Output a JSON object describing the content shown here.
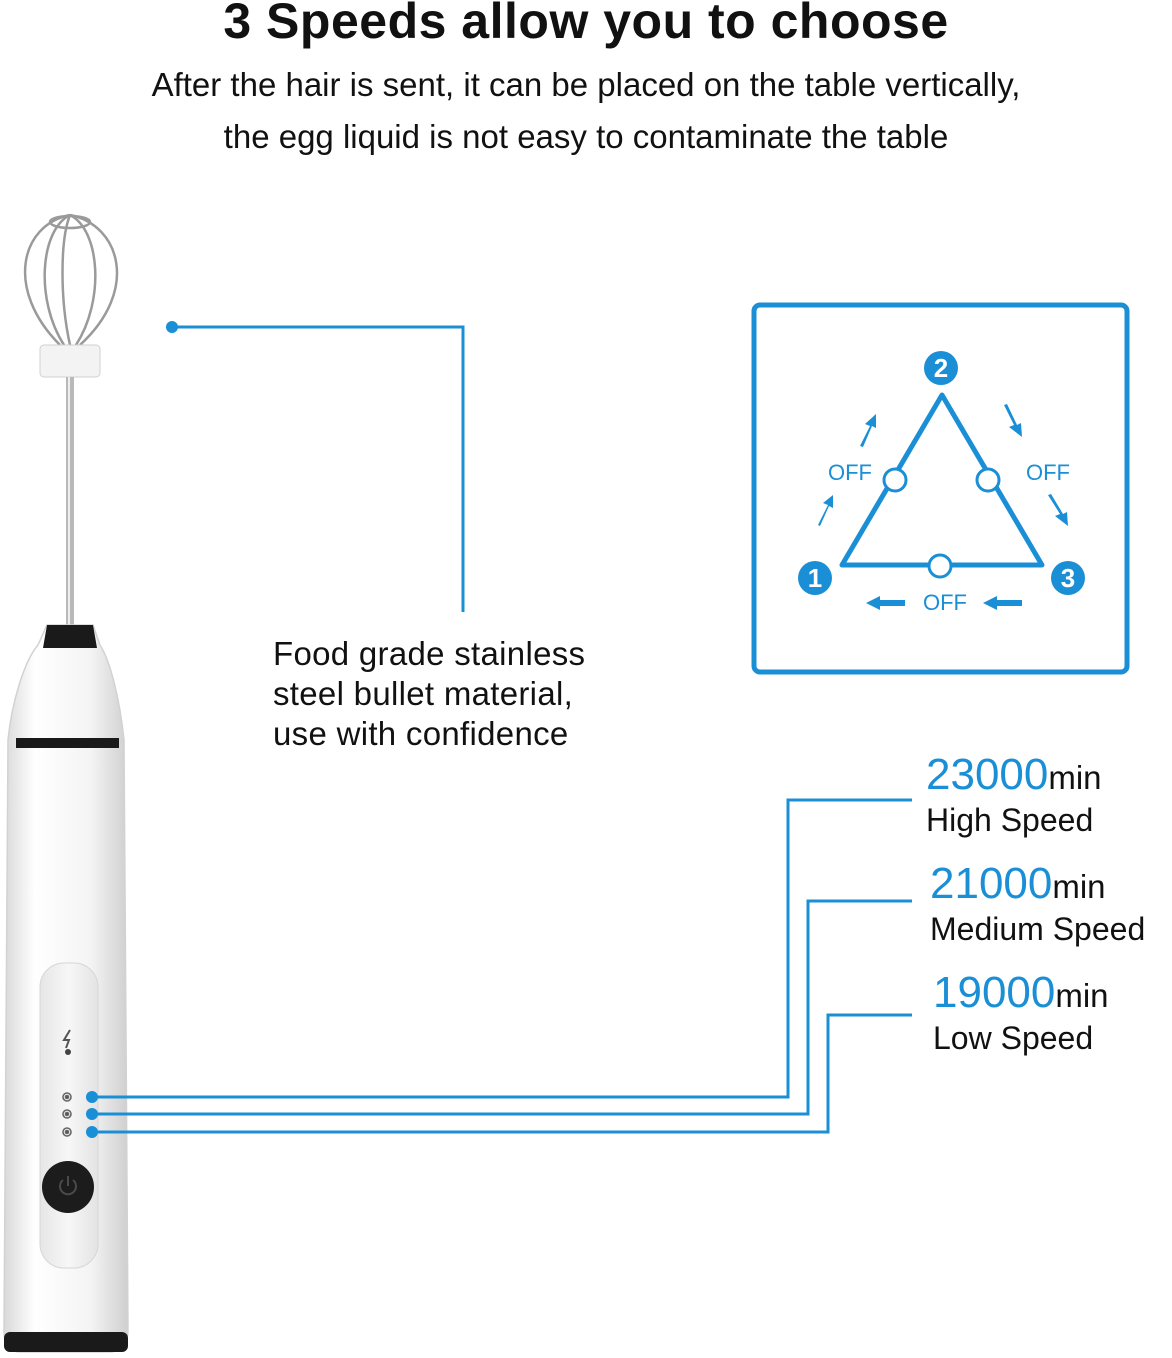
{
  "header": {
    "title": "3 Speeds allow you to choose",
    "subtitle_line1": "After the hair is sent, it can be placed on the table vertically,",
    "subtitle_line2": "the egg liquid is not easy to contaminate the table"
  },
  "feature": {
    "line1": "Food grade stainless",
    "line2": "steel bullet material,",
    "line3": "use with confidence"
  },
  "speeds": [
    {
      "value": "23000",
      "unit": "min",
      "label": "High Speed"
    },
    {
      "value": "21000",
      "unit": "min",
      "label": "Medium Speed"
    },
    {
      "value": "19000",
      "unit": "min",
      "label": "Low Speed"
    }
  ],
  "diagram": {
    "node1": "1",
    "node2": "2",
    "node3": "3",
    "off_left": "OFF",
    "off_right": "OFF",
    "off_bottom": "OFF"
  },
  "colors": {
    "accent": "#1b8fd6",
    "text": "#111111"
  }
}
